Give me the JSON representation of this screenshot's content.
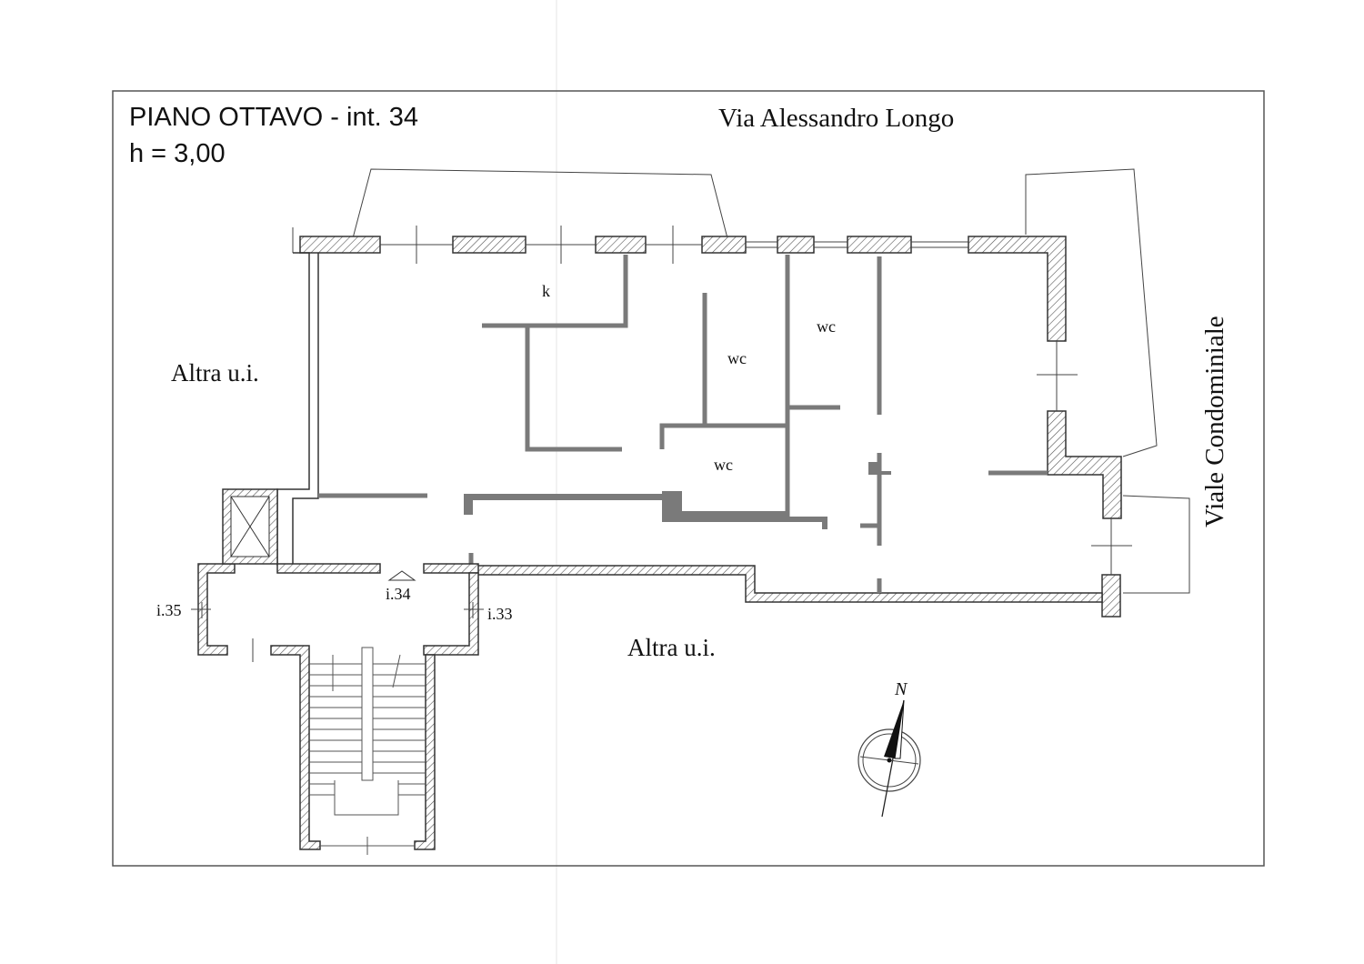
{
  "header": {
    "title": "PIANO OTTAVO - int. 34",
    "height": "h = 3,00"
  },
  "streets": {
    "north": "Via Alessandro Longo",
    "east": "Viale Condominiale"
  },
  "neighbors": {
    "west": "Altra u.i.",
    "south": "Altra u.i."
  },
  "rooms": {
    "kitchen": "k",
    "wc1": "wc",
    "wc2": "wc",
    "wc3": "wc"
  },
  "units": {
    "current": "i.34",
    "left": "i.35",
    "right": "i.33"
  },
  "compass": {
    "north_label": "N"
  },
  "colors": {
    "wall": "#777777",
    "line": "#333333"
  }
}
